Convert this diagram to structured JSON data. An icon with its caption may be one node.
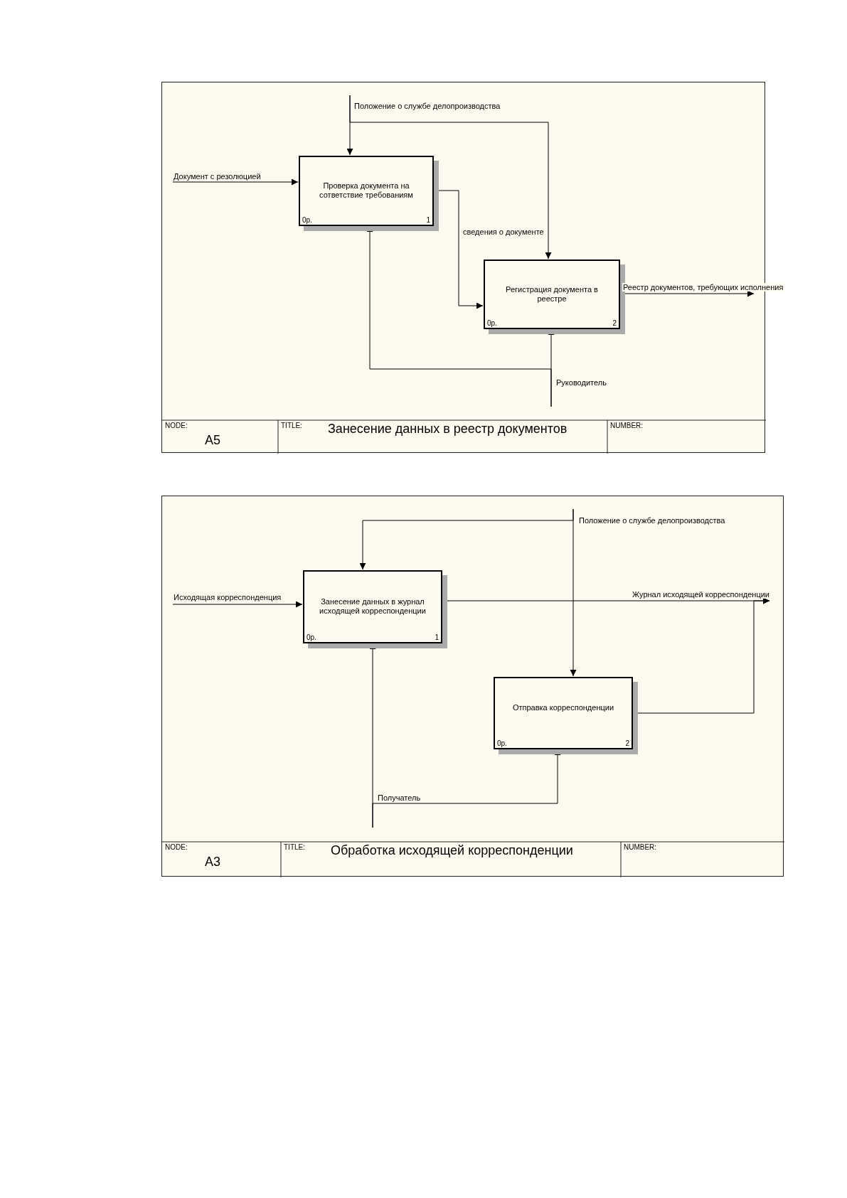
{
  "diagram": {
    "nodes": [
      {
        "text": [
          "NODE:",
          "A5",
          "TITLE:",
          "Занесение данных  в реестр документов",
          "NUMBER:"
        ]
      },
      {
        "text": [
          "Проверка документа на сответствие требованиям",
          "0р.",
          "1"
        ],
        "in": 0
      },
      {
        "text": [
          "Регистрация документа в реестре",
          "0р.",
          "2"
        ],
        "in": 0
      },
      {
        "text": [
          "NODE:",
          "A3",
          "TITLE:",
          "Обработка исходящей  корреспонденции",
          "NUMBER:"
        ]
      },
      {
        "text": [
          "Занесение данных в журнал исходящей корреспонденции",
          "0р.",
          "1"
        ],
        "in": 3
      },
      {
        "text": [
          "Отправка корреспонденции",
          "0р.",
          "2"
        ],
        "in": 3
      }
    ],
    "edges": [
      {
        "from": null,
        "to": 1,
        "arrow": "to",
        "label": "Положение о службе делопроизводства"
      },
      {
        "from": null,
        "to": 2,
        "arrow": "to"
      },
      {
        "from": null,
        "to": 1,
        "arrow": "to",
        "label": "Документ с резолюцией"
      },
      {
        "from": 1,
        "to": 2,
        "arrow": "to",
        "label": "сведения о документе"
      },
      {
        "from": 2,
        "to": null,
        "arrow": "to",
        "label": "Реестр документов, требующих исполнения"
      },
      {
        "from": null,
        "to": 2,
        "arrow": "to",
        "label": "Руководитель"
      },
      {
        "from": null,
        "to": 1,
        "arrow": "to"
      },
      {
        "from": null,
        "to": 4,
        "arrow": "to",
        "label": "Положение о службе делопроизводства"
      },
      {
        "from": null,
        "to": 5,
        "arrow": "to"
      },
      {
        "from": null,
        "to": 4,
        "arrow": "to",
        "label": "Исходящая корреспонденция"
      },
      {
        "from": 4,
        "to": null,
        "arrow": "to",
        "label": "Журнал исходящей корреспонденции"
      },
      {
        "from": 5,
        "to": null,
        "arrow": "to"
      },
      {
        "from": null,
        "to": 5,
        "arrow": "to",
        "label": "Получатель"
      },
      {
        "from": null,
        "to": 4,
        "arrow": "to"
      }
    ]
  }
}
